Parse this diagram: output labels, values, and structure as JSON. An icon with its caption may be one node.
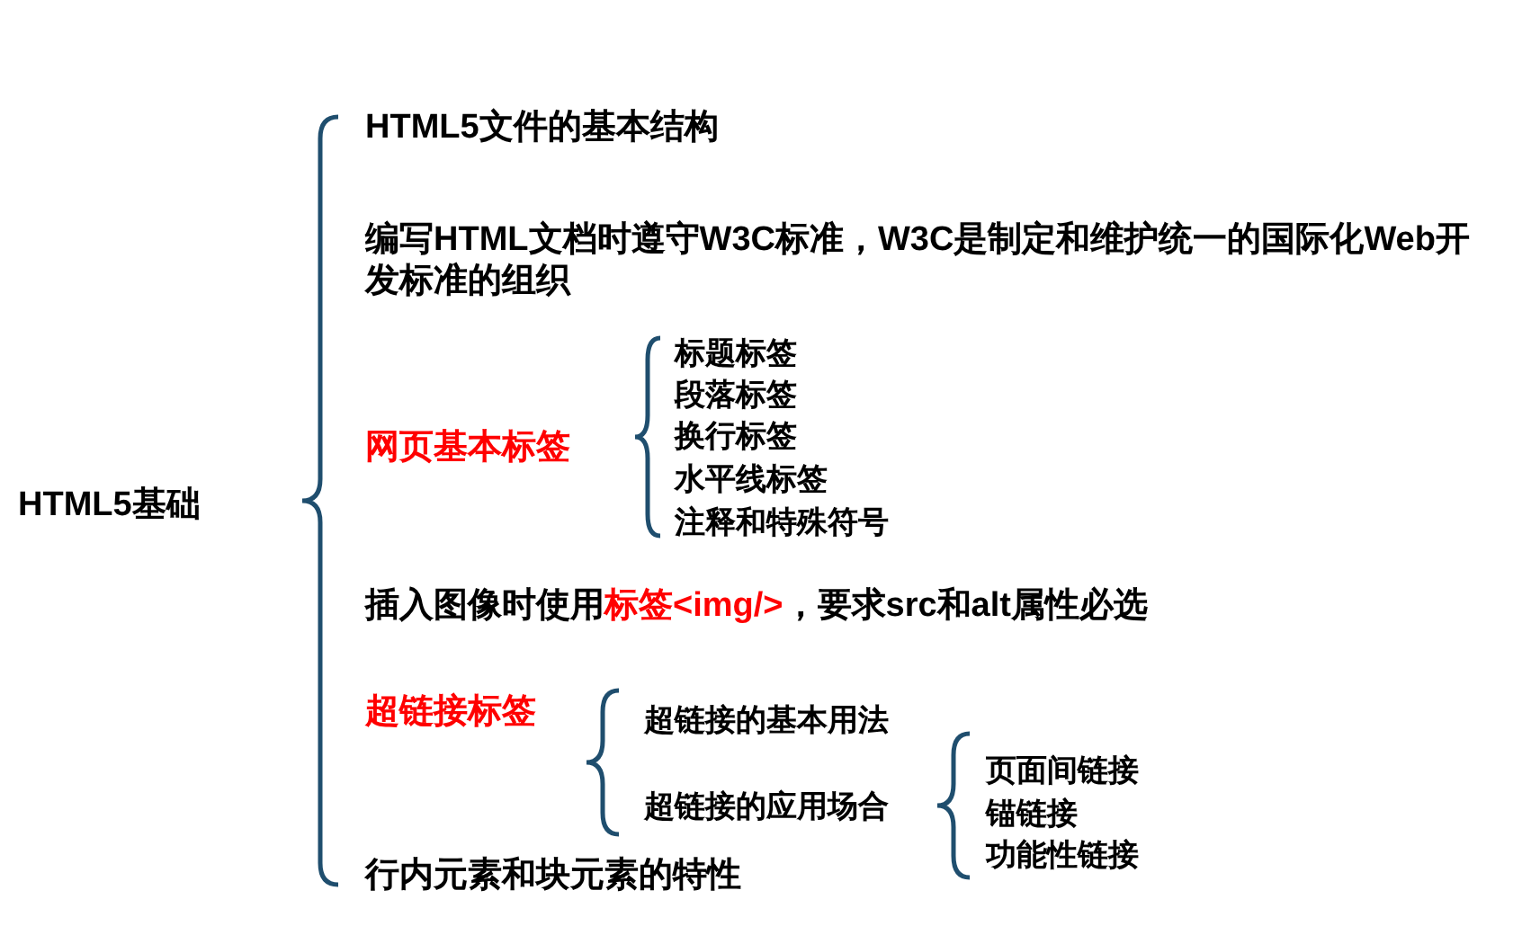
{
  "diagram": {
    "labels": [
      "HTML5基础",
      "HTML5文件的基本结构",
      "编写HTML文档时遵守W3C标准，W3C是制定和维护统一的国际化Web开发标准的组织",
      "网页基本标签",
      "标题标签",
      "段落标签",
      "换行标签",
      "水平线标签",
      "注释和特殊符号",
      "插入图像时使用**标签<img/>**，要求src和alt属性必选",
      "超链接标签",
      "超链接的基本用法",
      "超链接的应用场合",
      "页面间链接",
      "锚链接",
      "功能性链接",
      "行内元素和块元素的特性"
    ]
  }
}
